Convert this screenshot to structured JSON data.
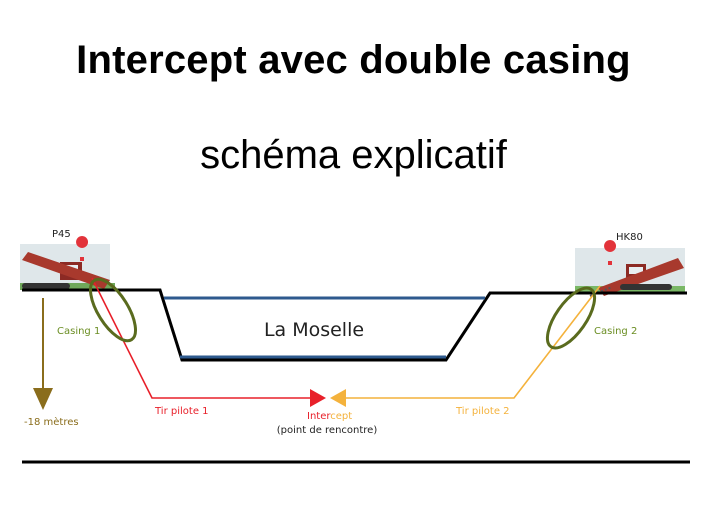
{
  "title": "Intercept avec double casing",
  "subtitle": "schéma explicatif",
  "diagram": {
    "left_rig_label": "P45",
    "right_rig_label": "HK80",
    "river_label": "La Moselle",
    "casing_left_label": "Casing 1",
    "casing_right_label": "Casing 2",
    "depth_label": "-18 mètres",
    "pilot_left_label": "Tir pilote 1",
    "pilot_right_label": "Tir pilote 2",
    "intercept_label_part1": "Inter",
    "intercept_label_part2": "cept",
    "intercept_sublabel": "(point de rencontre)",
    "colors": {
      "pilot_left": "#e8202a",
      "pilot_right": "#f4b23c",
      "casing": "#5a6b1e",
      "depth_arrow": "#8a6d1c",
      "river": "#2e5a8e",
      "ground": "#000000",
      "casing_text": "#6b8e23"
    }
  }
}
